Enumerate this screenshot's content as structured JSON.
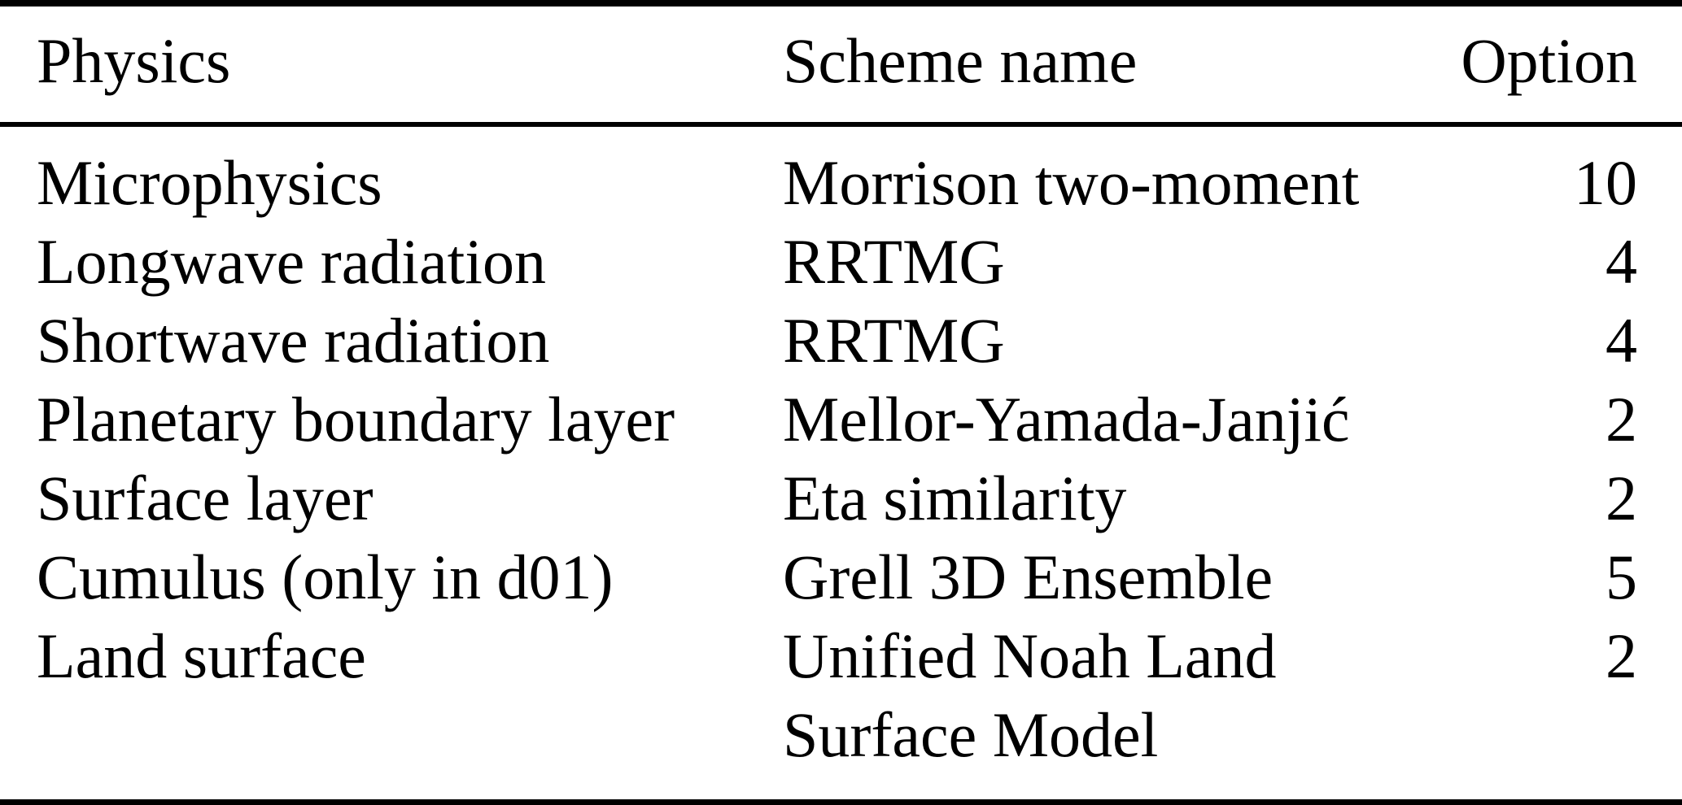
{
  "table": {
    "columns": {
      "physics": "Physics",
      "scheme": "Scheme name",
      "option": "Option"
    },
    "rows": [
      {
        "physics": "Microphysics",
        "scheme": "Morrison two-moment",
        "option": "10"
      },
      {
        "physics": "Longwave radiation",
        "scheme": "RRTMG",
        "option": "4"
      },
      {
        "physics": "Shortwave radiation",
        "scheme": "RRTMG",
        "option": "4"
      },
      {
        "physics": "Planetary boundary layer",
        "scheme": "Mellor-Yamada-Janjić",
        "option": "2"
      },
      {
        "physics": "Surface layer",
        "scheme": "Eta similarity",
        "option": "2"
      },
      {
        "physics": "Cumulus (only in d01)",
        "scheme": "Grell 3D Ensemble",
        "option": "5"
      },
      {
        "physics": "Land surface",
        "scheme": "Unified Noah Land",
        "option": "2"
      },
      {
        "physics": "",
        "scheme": "Surface Model",
        "option": ""
      }
    ],
    "colors": {
      "text": "#000000",
      "background": "#ffffff",
      "rule": "#000000"
    }
  }
}
